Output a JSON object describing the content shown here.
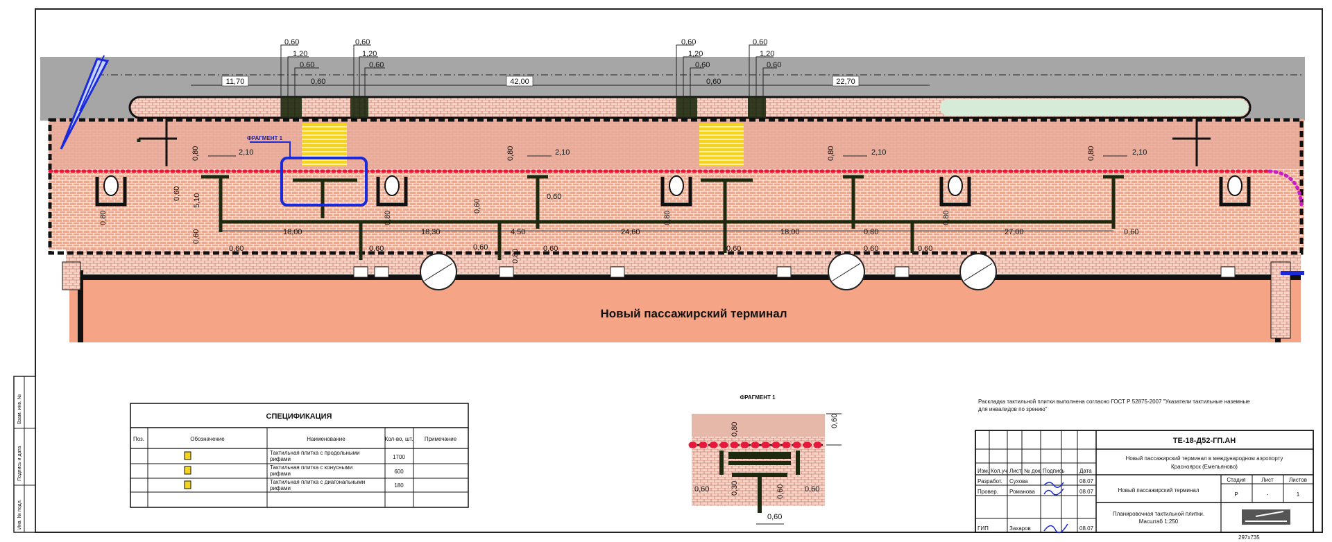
{
  "colors": {
    "paving": "#f5a585",
    "paving_dots": "#c9705a",
    "gray_zone": "#a6a6a6",
    "green_zone": "#d6ecd8",
    "tactile_red": "#e8173c",
    "tactile_magenta": "#c81cc8",
    "tactile_yellow": "#f4d41c",
    "fragment_blue": "#1a2ad8",
    "lines": "#151515"
  },
  "plan": {
    "building_label": "Новый пассажирский терминал",
    "fragment_tag": "ФРАГМЕНТ 1",
    "dims_top": [
      {
        "text": "0,60",
        "bind": "a"
      },
      {
        "text": "1,20",
        "bind": "b"
      },
      {
        "text": "0,60",
        "bind": "c"
      },
      {
        "text": "0,60",
        "bind": "d"
      },
      {
        "text": "0,60",
        "bind": "e"
      },
      {
        "text": "1,20",
        "bind": "f"
      },
      {
        "text": "0,60",
        "bind": "g"
      },
      {
        "text": "0,60",
        "bind": "h"
      },
      {
        "text": "1,20",
        "bind": "i"
      },
      {
        "text": "0,60",
        "bind": "j"
      },
      {
        "text": "0,60",
        "bind": "k"
      },
      {
        "text": "0,60",
        "bind": "l"
      },
      {
        "text": "1,20",
        "bind": "m"
      },
      {
        "text": "0,60",
        "bind": "n"
      }
    ],
    "dim_11_70": "11,70",
    "dim_42_00": "42,00",
    "dim_22_70": "22,70",
    "dim_2_10": "2,10",
    "dim_0_80": "0,80",
    "dim_0_60": "0,60",
    "dim_5_10": "5,10",
    "dim_18_00": "18,00",
    "dim_18_30": "18,30",
    "dim_4_50": "4,50",
    "dim_24_60": "24,60",
    "dim_27_00": "27,00"
  },
  "spec": {
    "title": "СПЕЦИФИКАЦИЯ",
    "headers": [
      "Поз.",
      "Обозначение",
      "Наименование",
      "Кол-во, шт.",
      "Примечание"
    ],
    "rows": [
      {
        "name_line1": "Тактильная плитка с продольными",
        "name_line2": "рифами",
        "qty": "1700",
        "icon": "yellow-tile-icon"
      },
      {
        "name_line1": "Тактильная плитка с конусными",
        "name_line2": "рифами",
        "qty": "600",
        "icon": "yellow-tile-icon"
      },
      {
        "name_line1": "Тактильная плитка с диагональными",
        "name_line2": "рифами",
        "qty": "180",
        "icon": "yellow-tile-icon"
      }
    ]
  },
  "fragment": {
    "title": "ФРАГМЕНТ 1",
    "dim_a": "0,80",
    "dim_b": "0,60",
    "dim_c": "0,60",
    "dim_d": "0,60",
    "dim_e": "0,60",
    "dim_f": "0,60",
    "dim_g": "0,30",
    "dim_h": "0,60"
  },
  "note": {
    "line1": "Раскладка тактильной плитки выполнена согласно ГОСТ Р 52875-2007 \"Указатели тактильные наземные",
    "line2": "для инвалидов по зрению\""
  },
  "stamp": {
    "code": "ТЕ-18-Д52-ГП.АН",
    "project_line1": "Новый пассажирский терминал в международном аэропорту",
    "project_line2": "Красноярск (Емельяново)",
    "object": "Новый пассажирский терминал",
    "sheet_title_line1": "Планировочная тактильной плитки.",
    "sheet_title_line2": "Масштаб 1:250",
    "col_stage": "Стадия",
    "col_sheet": "Лист",
    "col_sheets": "Листов",
    "stage": "Р",
    "sheet": "-",
    "sheets": "1",
    "head_cols": [
      "Изм.",
      "Кол.уч",
      "Лист",
      "№ док.",
      "Подпись",
      "Дата"
    ],
    "row1_role": "Разработ.",
    "row1_name": "Сухова",
    "row1_date": "08.07",
    "row2_role": "Провер.",
    "row2_name": "Романова",
    "row2_date": "08.07",
    "row3_role": "ГИП",
    "row3_name": "Захаров",
    "row3_date": "08.07",
    "format": "297х735"
  },
  "side_stamp": {
    "cell1": "Взам. инв. №",
    "cell2": "Подпись и дата",
    "cell3": "Инв. № подл."
  }
}
